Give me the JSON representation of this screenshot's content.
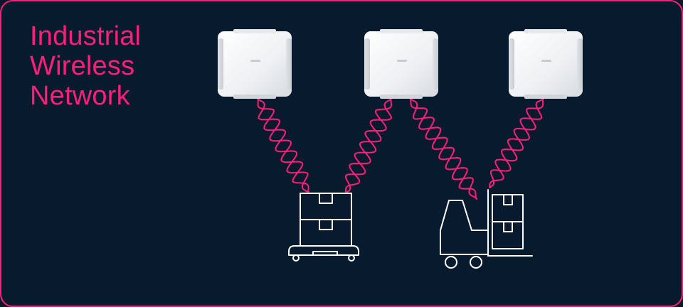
{
  "diagram": {
    "title_lines": [
      "Industrial",
      "Wireless",
      "Network"
    ],
    "colors": {
      "background": "#081a2d",
      "accent": "#ff1f7a",
      "access_point_body": "#f2f3f5",
      "line_art": "#ffffff"
    },
    "nodes": [
      {
        "id": "ap-1",
        "kind": "access-point",
        "icon": "wireless-access-point-icon"
      },
      {
        "id": "ap-2",
        "kind": "access-point",
        "icon": "wireless-access-point-icon"
      },
      {
        "id": "ap-3",
        "kind": "access-point",
        "icon": "wireless-access-point-icon"
      },
      {
        "id": "agv",
        "kind": "mobile-robot",
        "icon": "agv-cart-with-boxes-icon"
      },
      {
        "id": "forklift",
        "kind": "forklift",
        "icon": "forklift-with-boxes-icon"
      }
    ],
    "links": [
      {
        "from": "ap-1",
        "to": "agv",
        "type": "wireless"
      },
      {
        "from": "ap-2",
        "to": "agv",
        "type": "wireless"
      },
      {
        "from": "ap-2",
        "to": "forklift",
        "type": "wireless"
      },
      {
        "from": "ap-3",
        "to": "forklift",
        "type": "wireless"
      }
    ]
  }
}
